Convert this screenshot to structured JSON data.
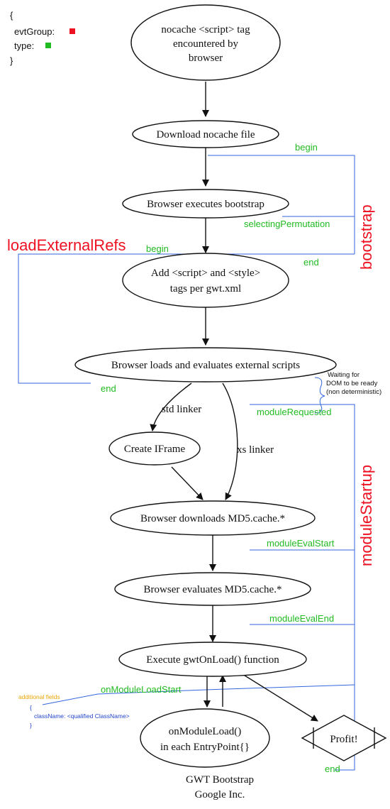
{
  "legend": {
    "open": "{",
    "line1": "evtGroup:",
    "line2": "type:",
    "close": "}",
    "evtgroup_color": "#ee1122",
    "type_color": "#22bb22"
  },
  "nodes": {
    "n1_l1": "nocache <script> tag",
    "n1_l2": "encountered by",
    "n1_l3": "browser",
    "n2": "Download nocache file",
    "n3": "Browser executes bootstrap",
    "n4_l1": "Add <script> and <style>",
    "n4_l2": "tags per gwt.xml",
    "n5": "Browser loads and evaluates external scripts",
    "n6": "Create IFrame",
    "n7": "Browser downloads MD5.cache.*",
    "n8": "Browser evaluates MD5.cache.*",
    "n9": "Execute gwtOnLoad() function",
    "n10_l1": "onModuleLoad()",
    "n10_l2": "in each EntryPoint{}",
    "n11": "Profit!"
  },
  "edge_labels": {
    "std": "std linker",
    "xs": "xs linker"
  },
  "groups": {
    "bootstrap": "bootstrap",
    "load_external": "loadExternalRefs",
    "module_startup": "moduleStartup"
  },
  "events": {
    "bootstrap_begin": "begin",
    "selecting": "selectingPermutation",
    "bootstrap_end": "end",
    "load_begin": "begin",
    "load_end": "end",
    "module_requested": "moduleRequested",
    "module_eval_start": "moduleEvalStart",
    "module_eval_end": "moduleEvalEnd",
    "on_module_load_start": "onModuleLoadStart",
    "startup_end": "end"
  },
  "notes": {
    "wait_l1": "Waiting for",
    "wait_l2": "DOM to be ready",
    "wait_l3": "(non deterministic)"
  },
  "extra_fields": {
    "title": "additional fields",
    "open": "{",
    "field": "className: <qualified ClassName>",
    "close": "}"
  },
  "caption": {
    "l1": "GWT Bootstrap",
    "l2": "Google Inc."
  }
}
